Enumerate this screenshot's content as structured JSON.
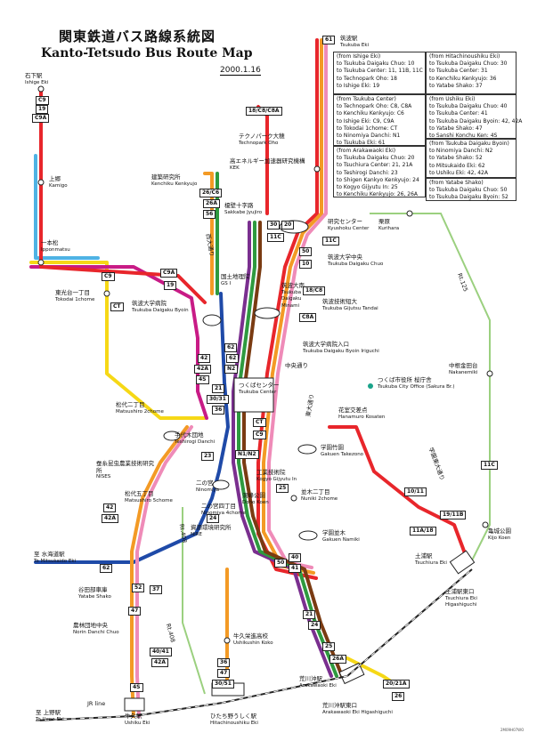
{
  "title": {
    "ja": "関東鉄道バス路線系統図",
    "en": "Kanto-Tetsudo Bus Route Map",
    "date": "2000.1.16"
  },
  "footnote": "2M09H07WO",
  "info_boxes": [
    {
      "id": "ishige",
      "lines": [
        "(from Ishige Eki)",
        "to Tsukuba Daigaku Chuo: 10",
        "to Tsukuba Center: 11, 11B, 11C",
        "to Technopark Oho: 18",
        "to Ishige Eki: 19"
      ]
    },
    {
      "id": "tsukuba-center",
      "lines": [
        "(from Tsukuba Center)",
        "to Technopark Oho: C8, C8A",
        "to Kenchiku Kenkyujo: C6",
        "to Ishige Eki: C9, C9A",
        "to Tokodai 1chome: CT",
        "to Ninomiya Danchi: N1",
        "to Tsukuba Eki: 61"
      ]
    },
    {
      "id": "arakawaoki",
      "lines": [
        "(from Arakawaoki Eki)",
        "to Tsukuba Daigaku Chuo: 20",
        "to Tsuchiura Center: 21, 21A",
        "to Teshirogi Danchi: 23",
        "to Shigen Kankyo Kenkyujo: 24",
        "to Kogyo Gijyutu In: 25",
        "to Kenchiku Kenkyujo: 26, 26A"
      ]
    },
    {
      "id": "hitachinoushiku",
      "lines": [
        "(from Hitachinoushiku Eki)",
        "to Tsukuba Daigaku Chuo: 30",
        "to Tsukuba Center: 31",
        "to Kenchiku Kenkyujo: 36",
        "to Yatabe Shako: 37"
      ]
    },
    {
      "id": "ushiku",
      "lines": [
        "(from Ushiku Eki)",
        "to Tsukuba Daigaku Chuo: 40",
        "to Tsukuba Center: 41",
        "to Tsukuba Daigaku Byoin: 42, 42A",
        "to Yatabe Shako: 47",
        "to Sanshi Konchu Ken: 4S"
      ]
    },
    {
      "id": "byoin",
      "lines": [
        "(from Tsukuba Daigaku Byoin)",
        "to Ninomiya Danchi: N2",
        "to Yatabe Shako: 52",
        "to Mitsukaido Eki: 62",
        "to Ushiku Eki: 42, 42A"
      ]
    },
    {
      "id": "yatabe",
      "lines": [
        "(from Yatabe Shako)",
        "to Tsukuba Daigaku Chuo: 50",
        "to Tsukuba Daigaku Byoin: 52"
      ]
    }
  ],
  "places": [
    {
      "id": "ishige",
      "ja": "石下駅",
      "en": "Ishige Eki"
    },
    {
      "id": "kamigo",
      "ja": "上郷",
      "en": "Kamigo"
    },
    {
      "id": "ipponmatsu",
      "ja": "一本松",
      "en": "Ipponmatsu"
    },
    {
      "id": "tokodai",
      "ja": "東光台一丁目",
      "en": "Tokodai 1chome"
    },
    {
      "id": "byoin",
      "ja": "筑波大学病院",
      "en": "Tsukuba Daigaku Byoin"
    },
    {
      "id": "matsushiro2",
      "ja": "松代二丁目",
      "en": "Matsushiro 2chome"
    },
    {
      "id": "nises",
      "ja": "蚕糸昆虫農業技術研究所",
      "en": "NISES"
    },
    {
      "id": "matsushiro5",
      "ja": "松代五丁目",
      "en": "Matsushiro 5chome"
    },
    {
      "id": "mitsukaido",
      "ja": "至 水海道駅",
      "en": "To Mitsukaido Eki"
    },
    {
      "id": "yatabe",
      "ja": "谷田部車庫",
      "en": "Yatabe Shako"
    },
    {
      "id": "norin",
      "ja": "農林団地中央",
      "en": "Norin Danchi Chuo"
    },
    {
      "id": "ueno",
      "ja": "至 上野駅",
      "en": "To Ueno Eki"
    },
    {
      "id": "ushiku",
      "ja": "牛久駅",
      "en": "Ushiku Eki"
    },
    {
      "id": "hitachinoushiku",
      "ja": "ひたち野うしく駅",
      "en": "Hitachinoushiku Eki"
    },
    {
      "id": "ushikushin",
      "ja": "牛久栄進高校",
      "en": "Ushikushin Koko"
    },
    {
      "id": "kenchiku",
      "ja": "建築研究所",
      "en": "Kenchiku Kenkyujo"
    },
    {
      "id": "technopark",
      "ja": "テクノパーク大穂",
      "en": "Technopark Oho"
    },
    {
      "id": "kek",
      "ja": "高エネルギー加速器研究機構",
      "en": "KEK"
    },
    {
      "id": "sakkabe",
      "ja": "榎壁十字路",
      "en": "Sakkabe Jyujiro"
    },
    {
      "id": "gsi",
      "ja": "国土地理院",
      "en": "GS I"
    },
    {
      "id": "tsukubaeki",
      "ja": "筑波駅",
      "en": "Tsukuba Eki"
    },
    {
      "id": "kyushoku",
      "ja": "研究センター",
      "en": "Kyushoku Center"
    },
    {
      "id": "kurihara",
      "ja": "栗原",
      "en": "Kurihara"
    },
    {
      "id": "chuo",
      "ja": "筑波大学中央",
      "en": "Tsukuba Daigaku Chuo"
    },
    {
      "id": "minami",
      "ja": "筑波大南",
      "en": "Tsukuba Daigaku Minami"
    },
    {
      "id": "tandai",
      "ja": "筑波技術短大",
      "en": "Tsukuba Gijutsu Tandai"
    },
    {
      "id": "iriguchi",
      "ja": "筑波大学病院入口",
      "en": "Tsukuba Daigaku Byoin Iriguchi"
    },
    {
      "id": "center",
      "ja": "つくばセンター",
      "en": "Tsukuba Center"
    },
    {
      "id": "cityoffice",
      "ja": "つくば市役所 桜庁舎",
      "en": "Tsukuba City Office (Sakura Br.)"
    },
    {
      "id": "nakanemiki",
      "ja": "中根金田台",
      "en": "Nakanemiki"
    },
    {
      "id": "hanamuro",
      "ja": "花室交差点",
      "en": "Hanamuro Kosaten"
    },
    {
      "id": "teshirogi",
      "ja": "手代木団地",
      "en": "Teshirogi Danchi"
    },
    {
      "id": "takezono",
      "ja": "学園竹園",
      "en": "Gakuen Takezono"
    },
    {
      "id": "ninomiya",
      "ja": "二の宮",
      "en": "Ninomiya"
    },
    {
      "id": "kogyo",
      "ja": "工業技術院",
      "en": "Kogyo Gijyutu In"
    },
    {
      "id": "doho",
      "ja": "洞峰公園",
      "en": "Doho Koen"
    },
    {
      "id": "nuniki",
      "ja": "並木二丁目",
      "en": "Nuniki 2chome"
    },
    {
      "id": "ninomiya4",
      "ja": "二の宮四丁目",
      "en": "Ninomiya 4chome"
    },
    {
      "id": "nire",
      "ja": "資源環境研究所",
      "en": "NIRE"
    },
    {
      "id": "namiki",
      "ja": "学園並木",
      "en": "Gakuen Namiki"
    },
    {
      "id": "tsuchiura",
      "ja": "土浦駅",
      "en": "Tsuchiura Eki"
    },
    {
      "id": "tsuchiurahigashi",
      "ja": "土浦駅東口",
      "en": "Tsuchiura Eki Higashiguchi"
    },
    {
      "id": "kijo",
      "ja": "亀城公園",
      "en": "Kijo Koen"
    },
    {
      "id": "arakawaoki",
      "ja": "荒川沖駅",
      "en": "Arakawaoki Eki"
    },
    {
      "id": "arakawaokihigashi",
      "ja": "荒川沖駅東口",
      "en": "Arakawaoki Eki Higashiguchi"
    }
  ],
  "road_labels": {
    "rt125": "Rt.125",
    "rt408a": "Rt.408",
    "rt408b": "Rt.408",
    "jr": "JR line",
    "gakuen": "学園東大通り",
    "nishi": "西大通り",
    "higashi": "東大通り",
    "chuo": "中央通り"
  },
  "routes": {
    "r61": "61",
    "r18": "18/C8/C8A",
    "r30": "30",
    "r20": "20",
    "r10": "10",
    "r50": "50",
    "r11c": "11C",
    "r11c_r": "11C",
    "r18c8": "18/C8",
    "r8a": "C8A",
    "r26": "26/C6",
    "r26a": "26A",
    "r56": "56",
    "r62": "62",
    "rN2": "N2",
    "r21": "21",
    "r3031": "30/31",
    "r36": "36",
    "rCT": "CT",
    "rC9": "C9",
    "rN1N2": "N1/N2",
    "r23": "23",
    "r25": "25",
    "r24": "24",
    "rC9A": "C9A",
    "r19": "19",
    "rC9b": "C9",
    "rCTb": "CT",
    "r42": "42",
    "r42A": "42A",
    "r4S": "4S",
    "r42b": "42",
    "r42Ab": "42A",
    "r62b": "62",
    "r5040": "50",
    "r5041": "40",
    "r6141": "41",
    "r52": "52",
    "r37": "37",
    "r47": "47",
    "r4041": "40/41",
    "r42c": "42A",
    "r4Sb": "4S",
    "r36b": "36",
    "r47b": "47",
    "r3051": "30/51",
    "r1011": "10/11",
    "r1911": "19/11B",
    "r11A18": "11A/18",
    "r2021A": "20/21A",
    "r26b": "26",
    "r26Ab": "26A",
    "r25b": "25",
    "r21b": "21",
    "r24b": "24",
    "r11C": "11C",
    "r62c": "62",
    "rC9c": "C9",
    "r19b": "19",
    "rC9Ab": "C9A"
  },
  "colors": {
    "red": "#e8262b",
    "orange": "#f39a25",
    "yellow": "#f6d816",
    "green": "#2e9a3f",
    "blue": "#1f4aa8",
    "purple": "#7a2f8f",
    "pink": "#ef8bb8",
    "brown": "#7a3b12",
    "magenta": "#c81b86",
    "lightblue": "#4fb3e4"
  }
}
